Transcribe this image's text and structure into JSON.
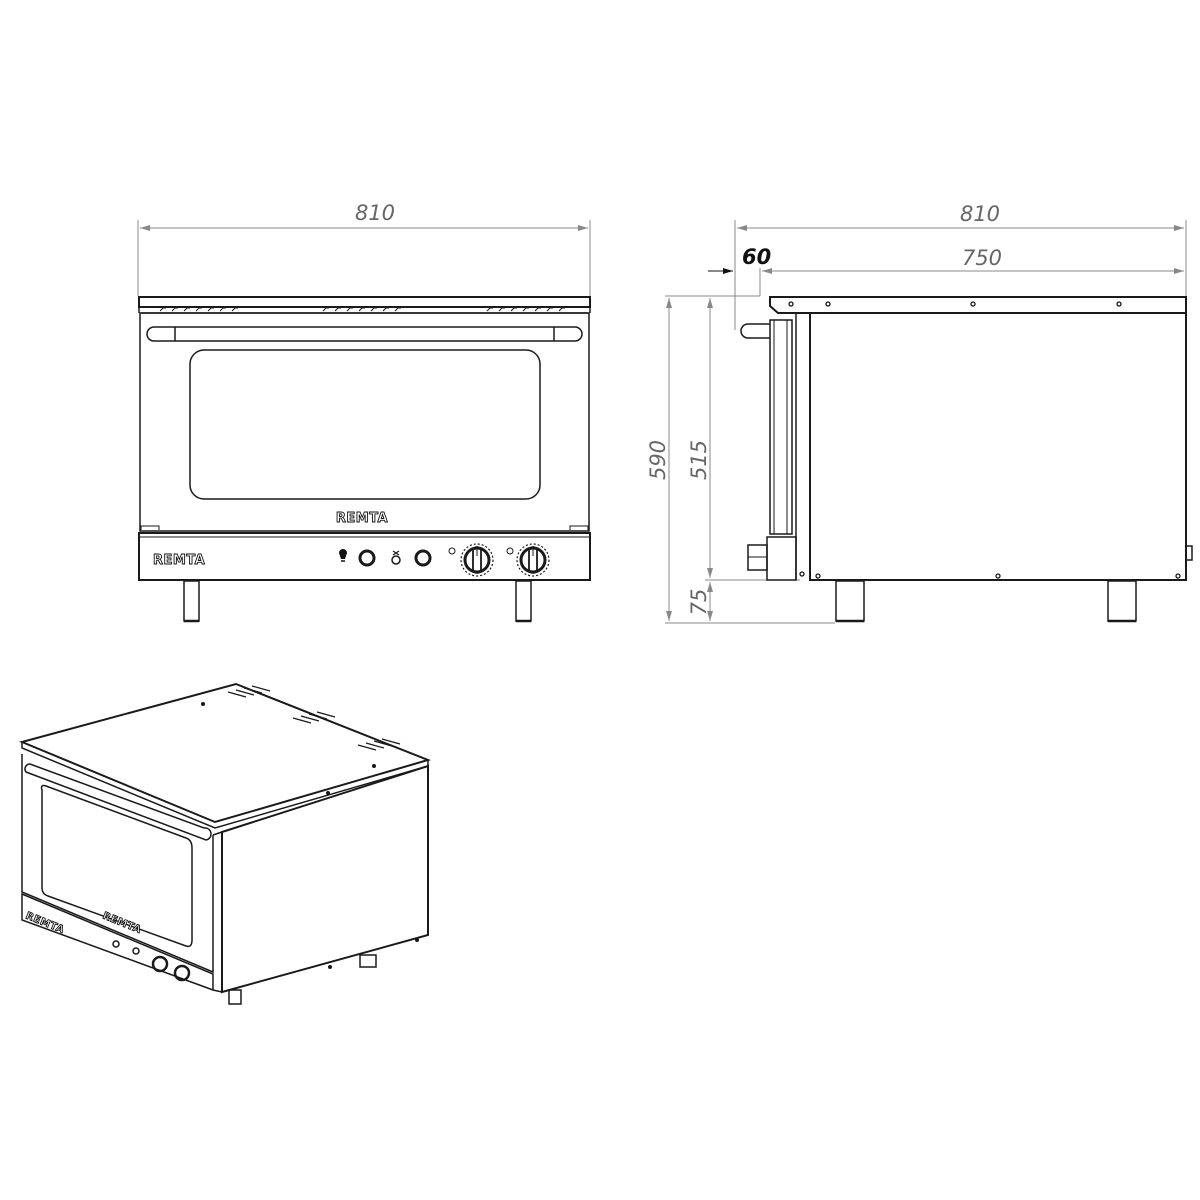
{
  "drawing": {
    "brand": "REMTA",
    "front_view": {
      "width_label": "810",
      "door_logo": "REMTA",
      "panel_logo": "REMTA",
      "controls": [
        "lamp-icon",
        "indicator-light",
        "fan-icon",
        "indicator-light",
        "thermostat-knob",
        "timer-knob"
      ]
    },
    "side_view": {
      "overall_depth_label": "810",
      "handle_offset_label": "60",
      "body_depth_label": "750",
      "overall_height_label": "590",
      "body_height_label": "515",
      "leg_height_label": "75"
    },
    "iso_view": {
      "door_logo": "REMTA",
      "panel_logo": "REMTA"
    }
  },
  "colors": {
    "line": "#1a1a1a",
    "dimension_line": "#888888",
    "dimension_text": "#666666",
    "emphasis_text": "#111111"
  }
}
